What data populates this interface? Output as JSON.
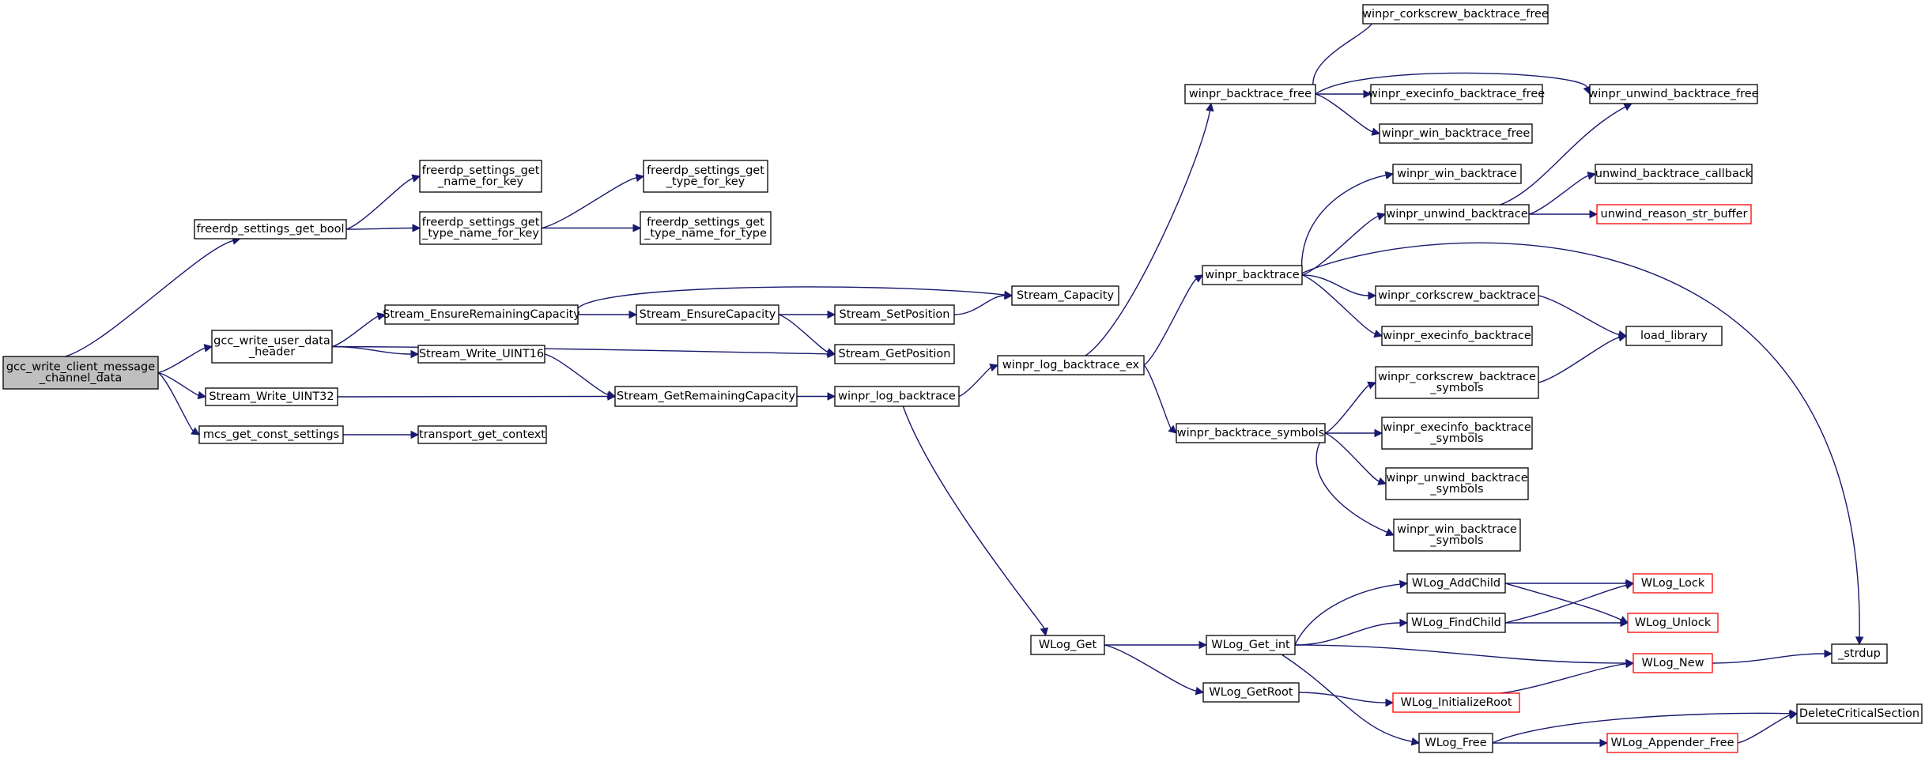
{
  "colors": {
    "edge": "#191970",
    "root_fill": "#bfbfbf",
    "external_border": "#ff0000",
    "node_border": "#000000"
  },
  "root": "gcc_write_client_message_channel_data",
  "nodes": [
    {
      "id": "gcc_write_client_message_channel_data",
      "lines": [
        "gcc_write_client_message",
        "_channel_data"
      ],
      "kind": "root"
    },
    {
      "id": "freerdp_settings_get_bool",
      "lines": [
        "freerdp_settings_get_bool"
      ],
      "kind": "normal"
    },
    {
      "id": "gcc_write_user_data_header",
      "lines": [
        "gcc_write_user_data",
        "_header"
      ],
      "kind": "normal"
    },
    {
      "id": "Stream_Write_UINT32",
      "lines": [
        "Stream_Write_UINT32"
      ],
      "kind": "normal"
    },
    {
      "id": "mcs_get_const_settings",
      "lines": [
        "mcs_get_const_settings"
      ],
      "kind": "normal"
    },
    {
      "id": "freerdp_settings_get_name_for_key",
      "lines": [
        "freerdp_settings_get",
        "_name_for_key"
      ],
      "kind": "normal"
    },
    {
      "id": "freerdp_settings_get_type_name_for_key",
      "lines": [
        "freerdp_settings_get",
        "_type_name_for_key"
      ],
      "kind": "normal"
    },
    {
      "id": "freerdp_settings_get_type_for_key",
      "lines": [
        "freerdp_settings_get",
        "_type_for_key"
      ],
      "kind": "normal"
    },
    {
      "id": "freerdp_settings_get_type_name_for_type",
      "lines": [
        "freerdp_settings_get",
        "_type_name_for_type"
      ],
      "kind": "normal"
    },
    {
      "id": "Stream_EnsureRemainingCapacity",
      "lines": [
        "Stream_EnsureRemainingCapacity"
      ],
      "kind": "normal"
    },
    {
      "id": "Stream_Write_UINT16",
      "lines": [
        "Stream_Write_UINT16"
      ],
      "kind": "normal"
    },
    {
      "id": "transport_get_context",
      "lines": [
        "transport_get_context"
      ],
      "kind": "normal"
    },
    {
      "id": "Stream_EnsureCapacity",
      "lines": [
        "Stream_EnsureCapacity"
      ],
      "kind": "normal"
    },
    {
      "id": "Stream_GetRemainingCapacity",
      "lines": [
        "Stream_GetRemainingCapacity"
      ],
      "kind": "normal"
    },
    {
      "id": "Stream_SetPosition",
      "lines": [
        "Stream_SetPosition"
      ],
      "kind": "normal"
    },
    {
      "id": "Stream_GetPosition",
      "lines": [
        "Stream_GetPosition"
      ],
      "kind": "normal"
    },
    {
      "id": "winpr_log_backtrace",
      "lines": [
        "winpr_log_backtrace"
      ],
      "kind": "normal"
    },
    {
      "id": "Stream_Capacity",
      "lines": [
        "Stream_Capacity"
      ],
      "kind": "normal"
    },
    {
      "id": "winpr_log_backtrace_ex",
      "lines": [
        "winpr_log_backtrace_ex"
      ],
      "kind": "normal"
    },
    {
      "id": "WLog_Get",
      "lines": [
        "WLog_Get"
      ],
      "kind": "normal"
    },
    {
      "id": "winpr_backtrace_free",
      "lines": [
        "winpr_backtrace_free"
      ],
      "kind": "normal"
    },
    {
      "id": "winpr_backtrace",
      "lines": [
        "winpr_backtrace"
      ],
      "kind": "normal"
    },
    {
      "id": "winpr_backtrace_symbols",
      "lines": [
        "winpr_backtrace_symbols"
      ],
      "kind": "normal"
    },
    {
      "id": "WLog_Get_int",
      "lines": [
        "WLog_Get_int"
      ],
      "kind": "normal"
    },
    {
      "id": "WLog_GetRoot",
      "lines": [
        "WLog_GetRoot"
      ],
      "kind": "normal"
    },
    {
      "id": "winpr_corkscrew_backtrace_free",
      "lines": [
        "winpr_corkscrew_backtrace_free"
      ],
      "kind": "normal"
    },
    {
      "id": "winpr_execinfo_backtrace_free",
      "lines": [
        "winpr_execinfo_backtrace_free"
      ],
      "kind": "normal"
    },
    {
      "id": "winpr_win_backtrace_free",
      "lines": [
        "winpr_win_backtrace_free"
      ],
      "kind": "normal"
    },
    {
      "id": "winpr_win_backtrace",
      "lines": [
        "winpr_win_backtrace"
      ],
      "kind": "normal"
    },
    {
      "id": "winpr_unwind_backtrace",
      "lines": [
        "winpr_unwind_backtrace"
      ],
      "kind": "normal"
    },
    {
      "id": "winpr_corkscrew_backtrace",
      "lines": [
        "winpr_corkscrew_backtrace"
      ],
      "kind": "normal"
    },
    {
      "id": "winpr_execinfo_backtrace",
      "lines": [
        "winpr_execinfo_backtrace"
      ],
      "kind": "normal"
    },
    {
      "id": "winpr_corkscrew_backtrace_symbols",
      "lines": [
        "winpr_corkscrew_backtrace",
        "_symbols"
      ],
      "kind": "normal"
    },
    {
      "id": "winpr_execinfo_backtrace_symbols",
      "lines": [
        "winpr_execinfo_backtrace",
        "_symbols"
      ],
      "kind": "normal"
    },
    {
      "id": "winpr_unwind_backtrace_symbols",
      "lines": [
        "winpr_unwind_backtrace",
        "_symbols"
      ],
      "kind": "normal"
    },
    {
      "id": "winpr_win_backtrace_symbols",
      "lines": [
        "winpr_win_backtrace",
        "_symbols"
      ],
      "kind": "normal"
    },
    {
      "id": "WLog_AddChild",
      "lines": [
        "WLog_AddChild"
      ],
      "kind": "normal"
    },
    {
      "id": "WLog_FindChild",
      "lines": [
        "WLog_FindChild"
      ],
      "kind": "normal"
    },
    {
      "id": "WLog_InitializeRoot",
      "lines": [
        "WLog_InitializeRoot"
      ],
      "kind": "external"
    },
    {
      "id": "WLog_Free",
      "lines": [
        "WLog_Free"
      ],
      "kind": "normal"
    },
    {
      "id": "winpr_unwind_backtrace_free",
      "lines": [
        "winpr_unwind_backtrace_free"
      ],
      "kind": "normal"
    },
    {
      "id": "unwind_backtrace_callback",
      "lines": [
        "unwind_backtrace_callback"
      ],
      "kind": "normal"
    },
    {
      "id": "unwind_reason_str_buffer",
      "lines": [
        "unwind_reason_str_buffer"
      ],
      "kind": "external"
    },
    {
      "id": "load_library",
      "lines": [
        "load_library"
      ],
      "kind": "normal"
    },
    {
      "id": "WLog_Lock",
      "lines": [
        "WLog_Lock"
      ],
      "kind": "external"
    },
    {
      "id": "WLog_Unlock",
      "lines": [
        "WLog_Unlock"
      ],
      "kind": "external"
    },
    {
      "id": "WLog_New",
      "lines": [
        "WLog_New"
      ],
      "kind": "external"
    },
    {
      "id": "WLog_Appender_Free",
      "lines": [
        "WLog_Appender_Free"
      ],
      "kind": "external"
    },
    {
      "id": "_strdup",
      "lines": [
        "_strdup"
      ],
      "kind": "normal"
    },
    {
      "id": "DeleteCriticalSection",
      "lines": [
        "DeleteCriticalSection"
      ],
      "kind": "normal"
    }
  ],
  "edges": [
    [
      "gcc_write_client_message_channel_data",
      "freerdp_settings_get_bool"
    ],
    [
      "gcc_write_client_message_channel_data",
      "gcc_write_user_data_header"
    ],
    [
      "gcc_write_client_message_channel_data",
      "Stream_Write_UINT32"
    ],
    [
      "gcc_write_client_message_channel_data",
      "mcs_get_const_settings"
    ],
    [
      "freerdp_settings_get_bool",
      "freerdp_settings_get_name_for_key"
    ],
    [
      "freerdp_settings_get_bool",
      "freerdp_settings_get_type_name_for_key"
    ],
    [
      "freerdp_settings_get_type_name_for_key",
      "freerdp_settings_get_type_for_key"
    ],
    [
      "freerdp_settings_get_type_name_for_key",
      "freerdp_settings_get_type_name_for_type"
    ],
    [
      "gcc_write_user_data_header",
      "Stream_EnsureRemainingCapacity"
    ],
    [
      "gcc_write_user_data_header",
      "Stream_Write_UINT16"
    ],
    [
      "gcc_write_user_data_header",
      "Stream_GetPosition"
    ],
    [
      "Stream_Write_UINT32",
      "Stream_GetRemainingCapacity"
    ],
    [
      "mcs_get_const_settings",
      "transport_get_context"
    ],
    [
      "Stream_EnsureRemainingCapacity",
      "Stream_Capacity"
    ],
    [
      "Stream_EnsureRemainingCapacity",
      "Stream_EnsureCapacity"
    ],
    [
      "Stream_Write_UINT16",
      "Stream_GetRemainingCapacity"
    ],
    [
      "Stream_EnsureCapacity",
      "Stream_SetPosition"
    ],
    [
      "Stream_EnsureCapacity",
      "Stream_GetPosition"
    ],
    [
      "Stream_SetPosition",
      "Stream_Capacity"
    ],
    [
      "Stream_GetRemainingCapacity",
      "winpr_log_backtrace"
    ],
    [
      "winpr_log_backtrace",
      "winpr_log_backtrace_ex"
    ],
    [
      "winpr_log_backtrace",
      "WLog_Get"
    ],
    [
      "winpr_log_backtrace_ex",
      "winpr_backtrace_free"
    ],
    [
      "winpr_log_backtrace_ex",
      "winpr_backtrace"
    ],
    [
      "winpr_log_backtrace_ex",
      "winpr_backtrace_symbols"
    ],
    [
      "winpr_backtrace_free",
      "winpr_corkscrew_backtrace_free"
    ],
    [
      "winpr_backtrace_free",
      "winpr_unwind_backtrace_free"
    ],
    [
      "winpr_backtrace_free",
      "winpr_execinfo_backtrace_free"
    ],
    [
      "winpr_backtrace_free",
      "winpr_win_backtrace_free"
    ],
    [
      "winpr_backtrace",
      "winpr_win_backtrace"
    ],
    [
      "winpr_backtrace",
      "winpr_unwind_backtrace"
    ],
    [
      "winpr_backtrace",
      "_strdup"
    ],
    [
      "winpr_backtrace",
      "winpr_corkscrew_backtrace"
    ],
    [
      "winpr_backtrace",
      "winpr_execinfo_backtrace"
    ],
    [
      "winpr_unwind_backtrace",
      "winpr_unwind_backtrace_free"
    ],
    [
      "winpr_unwind_backtrace",
      "unwind_backtrace_callback"
    ],
    [
      "winpr_unwind_backtrace",
      "unwind_reason_str_buffer"
    ],
    [
      "winpr_corkscrew_backtrace",
      "load_library"
    ],
    [
      "winpr_backtrace_symbols",
      "winpr_corkscrew_backtrace_symbols"
    ],
    [
      "winpr_backtrace_symbols",
      "winpr_execinfo_backtrace_symbols"
    ],
    [
      "winpr_backtrace_symbols",
      "winpr_unwind_backtrace_symbols"
    ],
    [
      "winpr_backtrace_symbols",
      "winpr_win_backtrace_symbols"
    ],
    [
      "winpr_corkscrew_backtrace_symbols",
      "load_library"
    ],
    [
      "WLog_Get",
      "WLog_Get_int"
    ],
    [
      "WLog_Get",
      "WLog_GetRoot"
    ],
    [
      "WLog_Get_int",
      "WLog_AddChild"
    ],
    [
      "WLog_Get_int",
      "WLog_FindChild"
    ],
    [
      "WLog_Get_int",
      "WLog_New"
    ],
    [
      "WLog_Get_int",
      "WLog_Free"
    ],
    [
      "WLog_AddChild",
      "WLog_Lock"
    ],
    [
      "WLog_AddChild",
      "WLog_Unlock"
    ],
    [
      "WLog_FindChild",
      "WLog_Lock"
    ],
    [
      "WLog_FindChild",
      "WLog_Unlock"
    ],
    [
      "WLog_GetRoot",
      "WLog_InitializeRoot"
    ],
    [
      "WLog_InitializeRoot",
      "WLog_New"
    ],
    [
      "WLog_New",
      "_strdup"
    ],
    [
      "WLog_Free",
      "DeleteCriticalSection"
    ],
    [
      "WLog_Free",
      "WLog_Appender_Free"
    ],
    [
      "WLog_Appender_Free",
      "DeleteCriticalSection"
    ]
  ]
}
